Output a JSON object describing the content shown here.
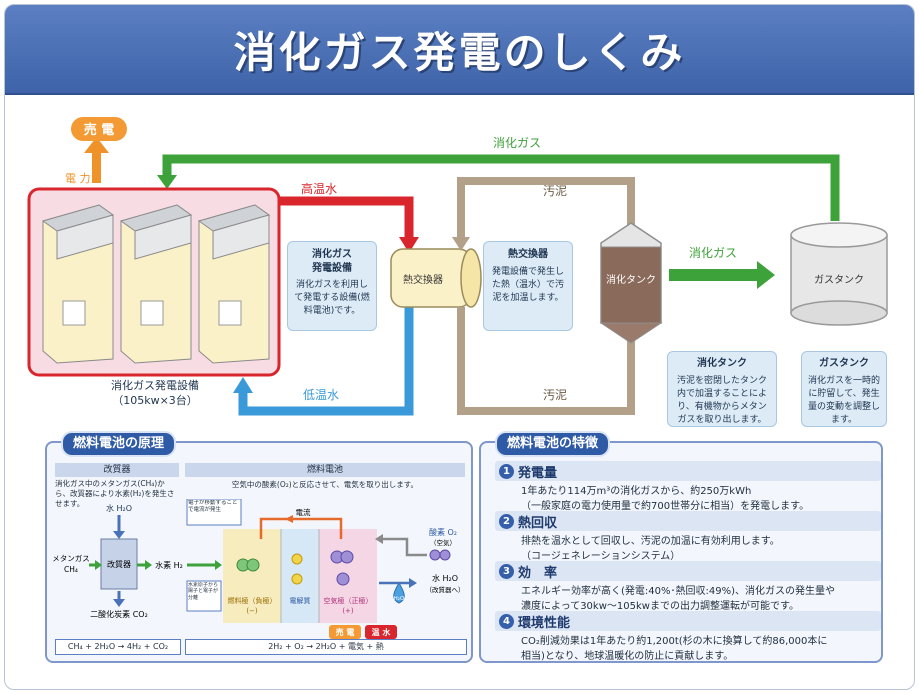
{
  "title": "消化ガス発電のしくみ",
  "top": {
    "sell": "売 電",
    "power": "電 力",
    "digest_gas_top": "消化ガス",
    "hot_water": "高温水",
    "cold_water": "低温水",
    "sludge_top": "汚泥",
    "sludge_bottom": "汚泥",
    "digest_gas_mid": "消化ガス",
    "hex": "熱交換器",
    "tank": "消化タンク",
    "gas_tank": "ガスタンク",
    "plant_name": "消化ガス発電設備",
    "plant_spec": "（105kw×3台）"
  },
  "boxes": {
    "plant": {
      "title": "消化ガス\n発電設備",
      "text": "消化ガスを利用して発電する設備(燃料電池)です。"
    },
    "hex": {
      "title": "熱交換器",
      "text": "発電設備で発生した熱（温水）で汚泥を加温します。"
    },
    "tank": {
      "title": "消化タンク",
      "text": "汚泥を密閉したタンク内で加温することにより、有機物からメタンガスを取り出します。"
    },
    "gastank": {
      "title": "ガスタンク",
      "text": "消化ガスを一時的に貯留して、発生量の変動を調整します。"
    }
  },
  "principle": {
    "title": "燃料電池の原理",
    "reformer_head": "改質器",
    "reformer_desc": "消化ガス中のメタンガス(CH₄)から、改質器により水素(H₂)を発生させます。",
    "fc_head": "燃料電池",
    "fc_desc": "空気中の酸素(O₂)と反応させて、電気を取り出します。",
    "water_in": "水 H₂O",
    "methane": "メタンガス",
    "ch4": "CH₄",
    "reformer": "改質器",
    "hydrogen": "水素 H₂",
    "co2": "二酸化炭素 CO₂",
    "note_electron": "電子が移動することで電流が発生",
    "note_proton": "水素原子から陽子と電子が分離",
    "current": "電流",
    "oxygen": "酸素 O₂",
    "air": "（空気）",
    "water_out": "水 H₂O",
    "water_out2": "（改質器へ）",
    "anode": "燃料極（負極）",
    "anode_sign": "(−)",
    "electrolyte": "電解質",
    "cathode": "空気極（正極）",
    "cathode_sign": "(+)",
    "h2o_drop": "H₂O",
    "sell": "売 電",
    "heat": "温 水",
    "eq1": "CH₄ + 2H₂O → 4H₂ + CO₂",
    "eq2": "2H₂ + O₂ → 2H₂O + 電気 + 熱"
  },
  "features": {
    "title": "燃料電池の特徴",
    "items": [
      {
        "num": "1",
        "head": "発電量",
        "lines": [
          "1年あたり114万m³の消化ガスから、約250万kWh",
          "（一般家庭の電力使用量で約700世帯分に相当）を発電します。"
        ]
      },
      {
        "num": "2",
        "head": "熱回収",
        "lines": [
          "排熱を温水として回収し、汚泥の加温に有効利用します。",
          "（コージェネレーションシステム）"
        ]
      },
      {
        "num": "3",
        "head": "効　率",
        "lines": [
          "エネルギー効率が高く(発電:40%･熱回収:49%)、消化ガスの発生量や",
          "濃度によって30kw～105kwまでの出力調整運転が可能です。"
        ]
      },
      {
        "num": "4",
        "head": "環境性能",
        "lines": [
          "CO₂削減効果は1年あたり約1,200t(杉の木に換算して約86,000本に",
          "相当)となり、地球温暖化の防止に貢献します。"
        ]
      }
    ]
  },
  "colors": {
    "gas": "#3ea23a",
    "hot": "#d9262c",
    "cold": "#3a9ad9",
    "sludge": "#b3a089",
    "power": "#f0922a",
    "title_bg": "#4a6fb5"
  }
}
